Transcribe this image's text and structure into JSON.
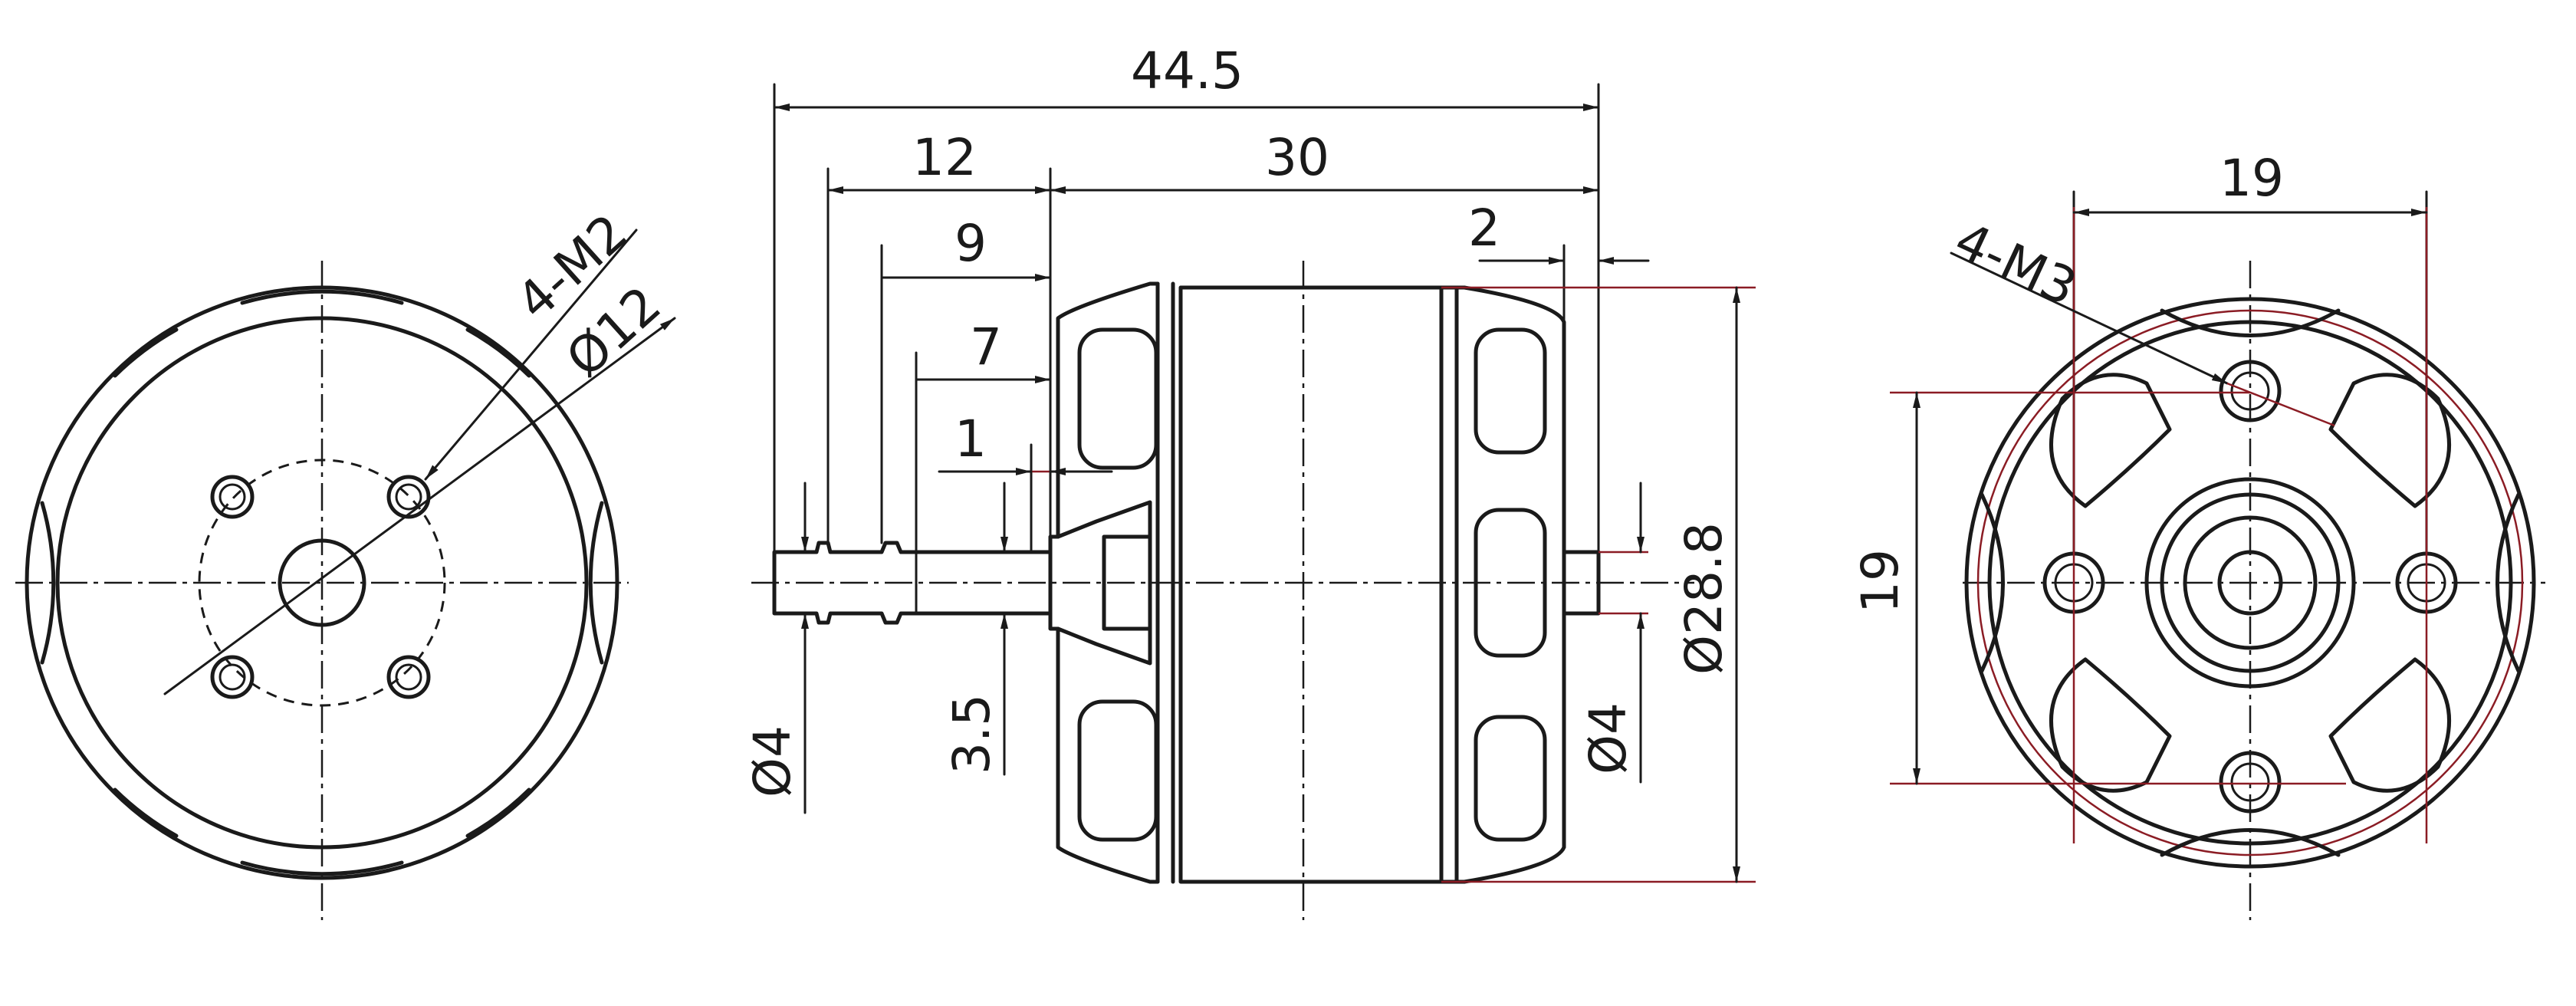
{
  "colors": {
    "ink": "#1a1a1a",
    "extension_lines": "#8b1c24",
    "background": "#ffffff"
  },
  "front_view": {
    "label_holes": "4-M2",
    "label_pcd": "Ø12"
  },
  "side_view": {
    "dim_overall": "44.5",
    "dim_shaft_to_can": "12",
    "dim_can": "30",
    "dim_9": "9",
    "dim_7": "7",
    "dim_1": "1",
    "dim_2": "2",
    "dim_shaft_dia_front": "Ø4",
    "dim_groove": "3.5",
    "dim_shaft_dia_rear": "Ø4",
    "dim_body_dia": "Ø28.8"
  },
  "rear_view": {
    "label_holes": "4-M3",
    "dim_horizontal": "19",
    "dim_vertical": "19"
  }
}
